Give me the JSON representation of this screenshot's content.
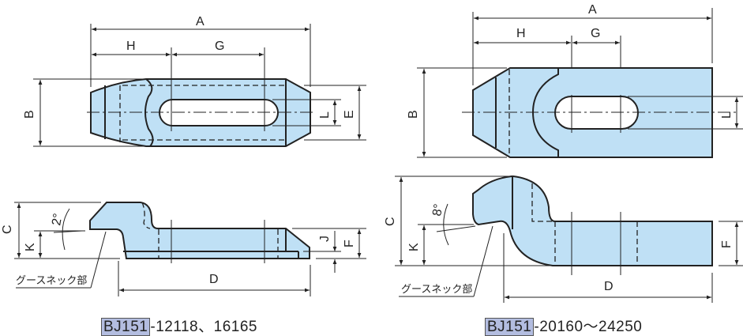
{
  "left_drawing": {
    "top_view_labels": {
      "A": "A",
      "H": "H",
      "G": "G",
      "B": "B",
      "L": "L",
      "E": "E"
    },
    "side_view_labels": {
      "C": "C",
      "K": "K",
      "D": "D",
      "J": "J",
      "F": "F"
    },
    "angle": "2°",
    "gooseneck_label": "グースネック部",
    "caption": {
      "code": "BJ151",
      "suffix": "-12118、16165"
    }
  },
  "right_drawing": {
    "top_view_labels": {
      "A": "A",
      "H": "H",
      "G": "G",
      "B": "B",
      "L": "L"
    },
    "side_view_labels": {
      "C": "C",
      "K": "K",
      "D": "D",
      "F": "F"
    },
    "angle": "8°",
    "gooseneck_label": "グースネック部",
    "caption": {
      "code": "BJ151",
      "suffix": "-20160～24250"
    }
  },
  "colors": {
    "part_fill": "#bfe0f5",
    "code_highlight": "#b3bde0",
    "line": "#222222"
  }
}
